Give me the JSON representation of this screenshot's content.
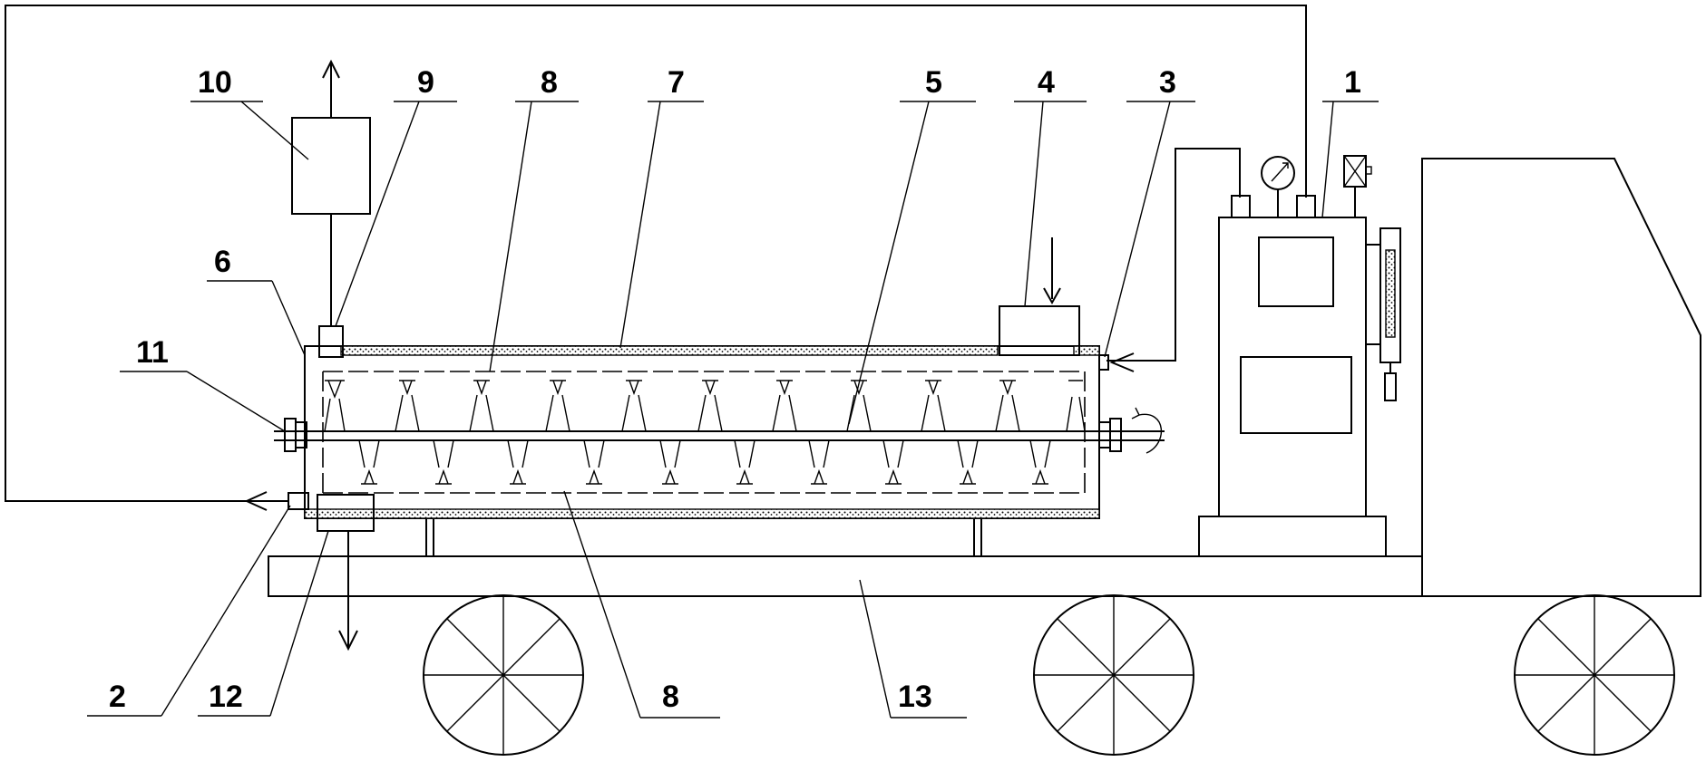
{
  "labels": [
    {
      "id": "1",
      "text": "1"
    },
    {
      "id": "2",
      "text": "2"
    },
    {
      "id": "3",
      "text": "3"
    },
    {
      "id": "4",
      "text": "4"
    },
    {
      "id": "5",
      "text": "5"
    },
    {
      "id": "6",
      "text": "6"
    },
    {
      "id": "7",
      "text": "7"
    },
    {
      "id": "8a",
      "text": "8"
    },
    {
      "id": "8b",
      "text": "8"
    },
    {
      "id": "9",
      "text": "9"
    },
    {
      "id": "10",
      "text": "10"
    },
    {
      "id": "11",
      "text": "11"
    },
    {
      "id": "12",
      "text": "12"
    },
    {
      "id": "13",
      "text": "13"
    }
  ]
}
